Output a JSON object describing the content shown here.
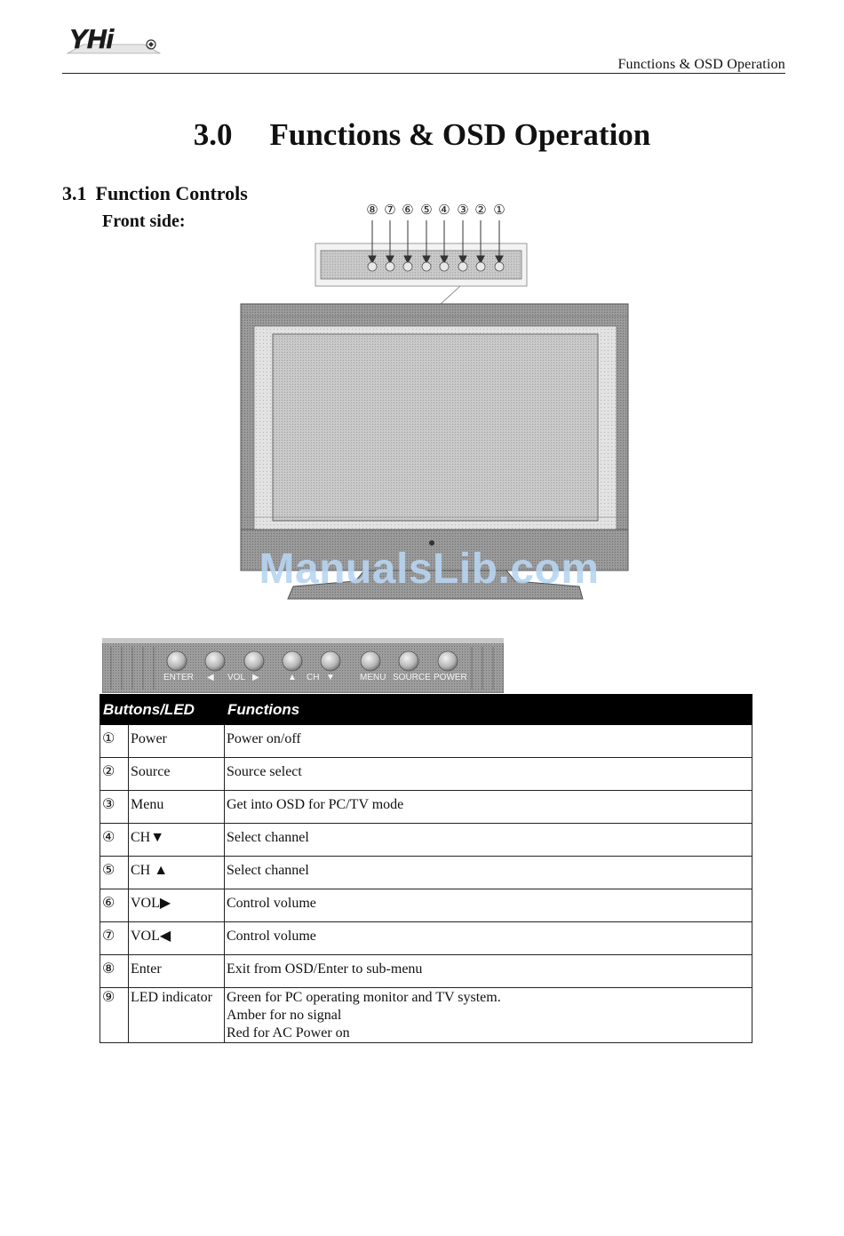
{
  "header": {
    "logo_text": "YHi",
    "right_title": "Functions & OSD Operation"
  },
  "title": {
    "number": "3.0",
    "text": "Functions & OSD Operation"
  },
  "section": {
    "number": "3.1",
    "text": "Function Controls"
  },
  "subheading": "Front side:",
  "figure": {
    "callout_numbers": [
      "⑧",
      "⑦",
      "⑥",
      "⑤",
      "④",
      "③",
      "②",
      "①"
    ],
    "watermark": "ManualsLib.com"
  },
  "panel": {
    "labels": [
      "ENTER",
      "◀",
      "VOL",
      "▶",
      "▲",
      "CH",
      "▼",
      "MENU",
      "SOURCE",
      "POWER"
    ]
  },
  "table": {
    "headers": [
      "Buttons/LED",
      "Functions"
    ],
    "rows": [
      {
        "num": "①",
        "button": "Power",
        "function": "Power on/off"
      },
      {
        "num": "②",
        "button": "Source",
        "function": "Source select"
      },
      {
        "num": "③",
        "button": "Menu",
        "function": "Get into OSD for PC/TV mode"
      },
      {
        "num": "④",
        "button": "CH▼",
        "function": "Select channel"
      },
      {
        "num": "⑤",
        "button": "CH ▲",
        "function": "Select channel"
      },
      {
        "num": "⑥",
        "button": "VOL▶",
        "function": "Control volume"
      },
      {
        "num": "⑦",
        "button": "VOL◀",
        "function": "Control volume"
      },
      {
        "num": "⑧",
        "button": "Enter",
        "function": "Exit from OSD/Enter to sub-menu"
      }
    ],
    "led_row": {
      "num": "⑨",
      "button": "LED indicator",
      "lines": [
        "Green for PC operating monitor and TV system.",
        "Amber for no signal",
        "Red for AC Power on"
      ]
    }
  }
}
